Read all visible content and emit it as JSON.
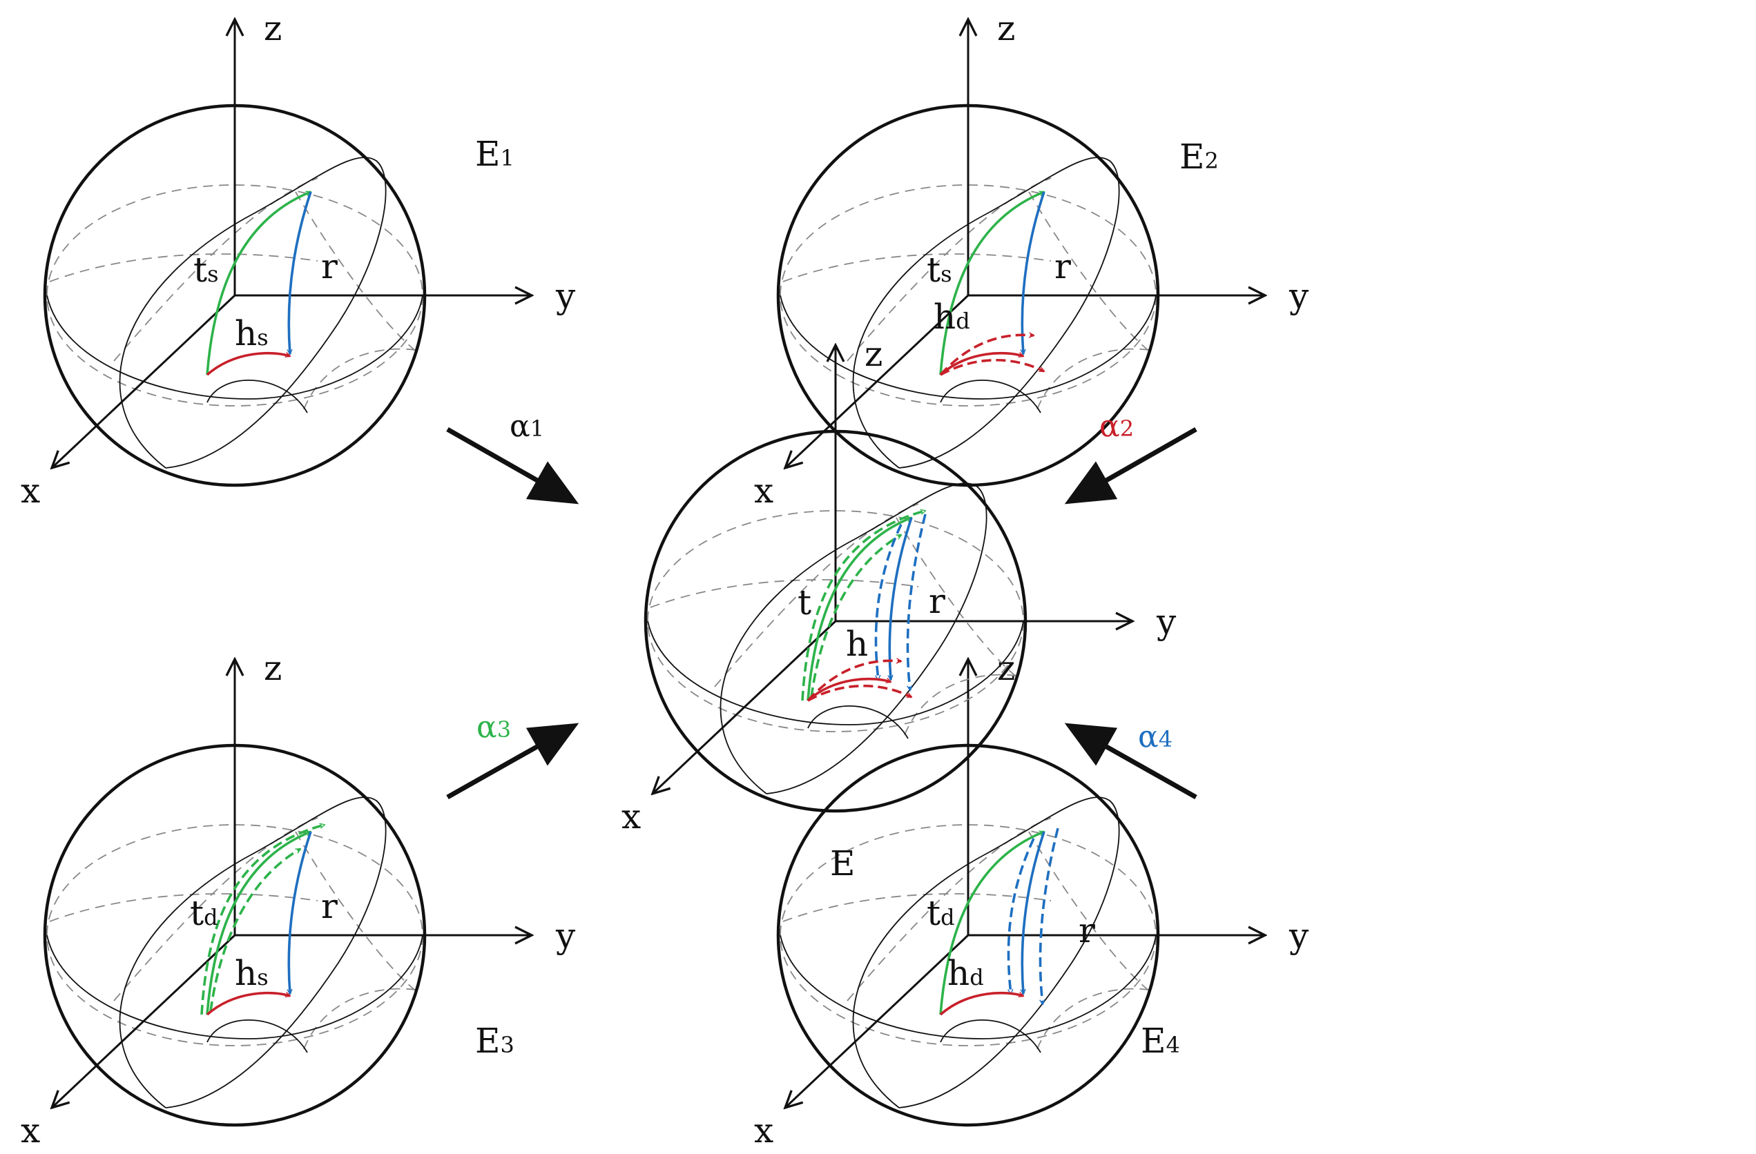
{
  "colors": {
    "green": "#2db34a",
    "blue": "#1e6fc0",
    "red": "#c8202a",
    "black": "#111111"
  },
  "axes": {
    "x": "x",
    "y": "y",
    "z": "z"
  },
  "panels": {
    "e1": {
      "name_main": "E",
      "name_sub": "1",
      "t_main": "t",
      "t_sub": "s",
      "r": "r",
      "h_main": "h",
      "h_sub": "s"
    },
    "e2": {
      "name_main": "E",
      "name_sub": "2",
      "t_main": "t",
      "t_sub": "s",
      "r": "r",
      "h_main": "h",
      "h_sub": "d"
    },
    "e3": {
      "name_main": "E",
      "name_sub": "3",
      "t_main": "t",
      "t_sub": "d",
      "r": "r",
      "h_main": "h",
      "h_sub": "s"
    },
    "e4": {
      "name_main": "E",
      "name_sub": "4",
      "t_main": "t",
      "t_sub": "d",
      "r": "r",
      "h_main": "h",
      "h_sub": "d"
    },
    "center": {
      "name": "E",
      "t": "t",
      "r": "r",
      "h": "h"
    }
  },
  "transitions": [
    {
      "main": "α",
      "sub": "1",
      "color": "#111111"
    },
    {
      "main": "α",
      "sub": "2",
      "color": "#c8202a"
    },
    {
      "main": "α",
      "sub": "3",
      "color": "#2db34a"
    },
    {
      "main": "α",
      "sub": "4",
      "color": "#1e6fc0"
    }
  ]
}
